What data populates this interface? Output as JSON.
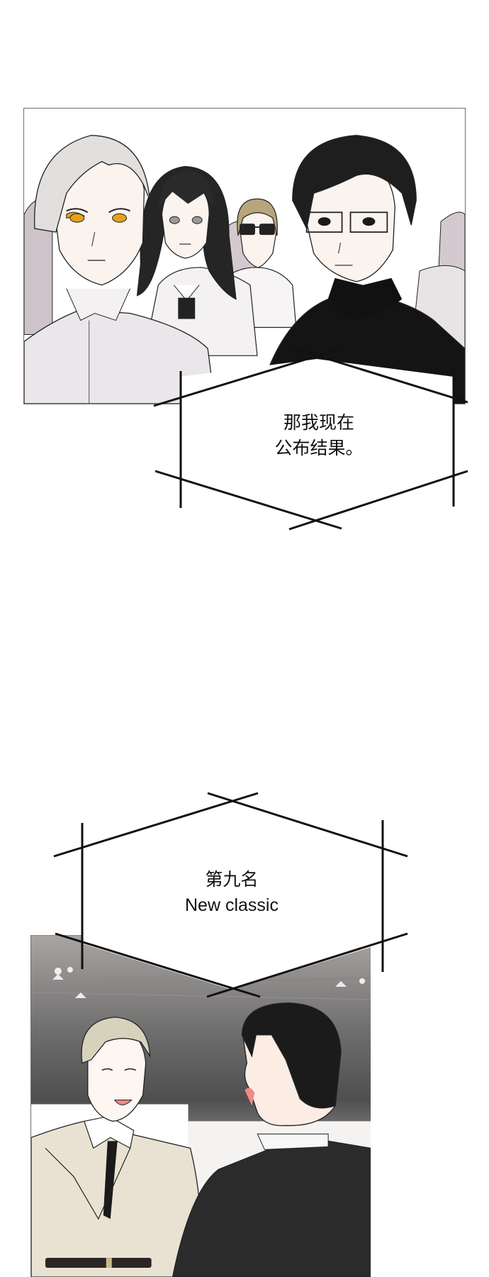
{
  "page": {
    "type": "webtoon-comic-strip",
    "background": "#ffffff"
  },
  "panel_1": {
    "description": "Four characters in white/black outfits facing forward: silver-haired man with amber eyes, long black-haired woman, blonde person in sunglasses, black-haired man with rectangular glasses in black turtleneck",
    "border_color": "#6e6e6e",
    "colors": {
      "silver_hair": "#e2e0de",
      "amber_eyes": "#e3a21b",
      "black_hair": "#1e1e1e",
      "shirt_white": "#efecee",
      "crowd_mauve": "#cfc3ca",
      "turtleneck": "#141414",
      "blonde_hair": "#b9a57c",
      "skin": "#fbf3ee"
    }
  },
  "speech_bubble_1": {
    "shape": "sketched-hexagon",
    "lines": [
      "那我现在",
      "公布结果。"
    ],
    "text": "那我现在\n公布结果。"
  },
  "speech_bubble_2": {
    "shape": "sketched-hexagon",
    "lines": [
      "第九名",
      "New classic"
    ],
    "text": "第九名\nNew classic"
  },
  "panel_2": {
    "description": "Event hall backdrop with ceiling lights; smiling blond man in beige double-breasted coat with black tie and belt facing a black-haired man in black suit seen from behind",
    "colors": {
      "ceiling": "#a9a5a3",
      "backdrop_dark": "#505050",
      "beige_coat": "#e9e2d3",
      "black_suit": "#2b2b2b",
      "blond_hair": "#d7d2bc",
      "mouth": "#f08a86"
    }
  }
}
